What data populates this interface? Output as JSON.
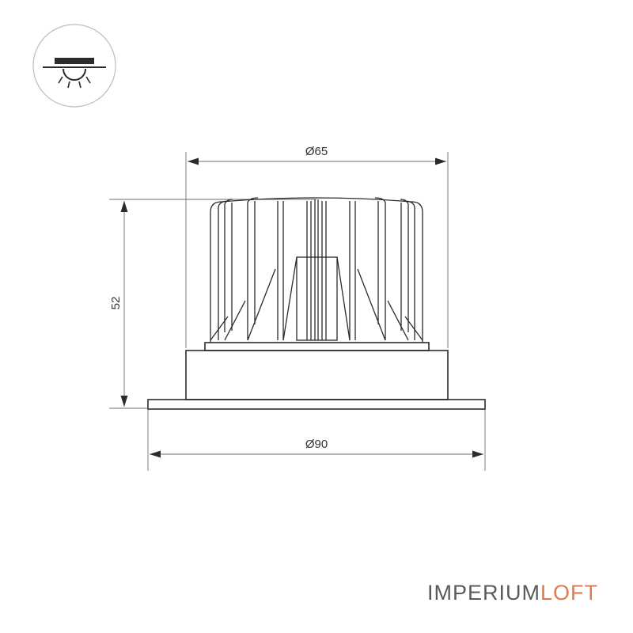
{
  "dimensions": {
    "top_diameter": "Ø65",
    "height": "52",
    "bottom_diameter": "Ø90"
  },
  "brand": {
    "part1": "IMPERIUM",
    "part2": "LOFT",
    "color1": "#5a5a5a",
    "color2": "#e07a4e"
  },
  "icons": {
    "mount_type": "recessed-ceiling-light-icon"
  }
}
